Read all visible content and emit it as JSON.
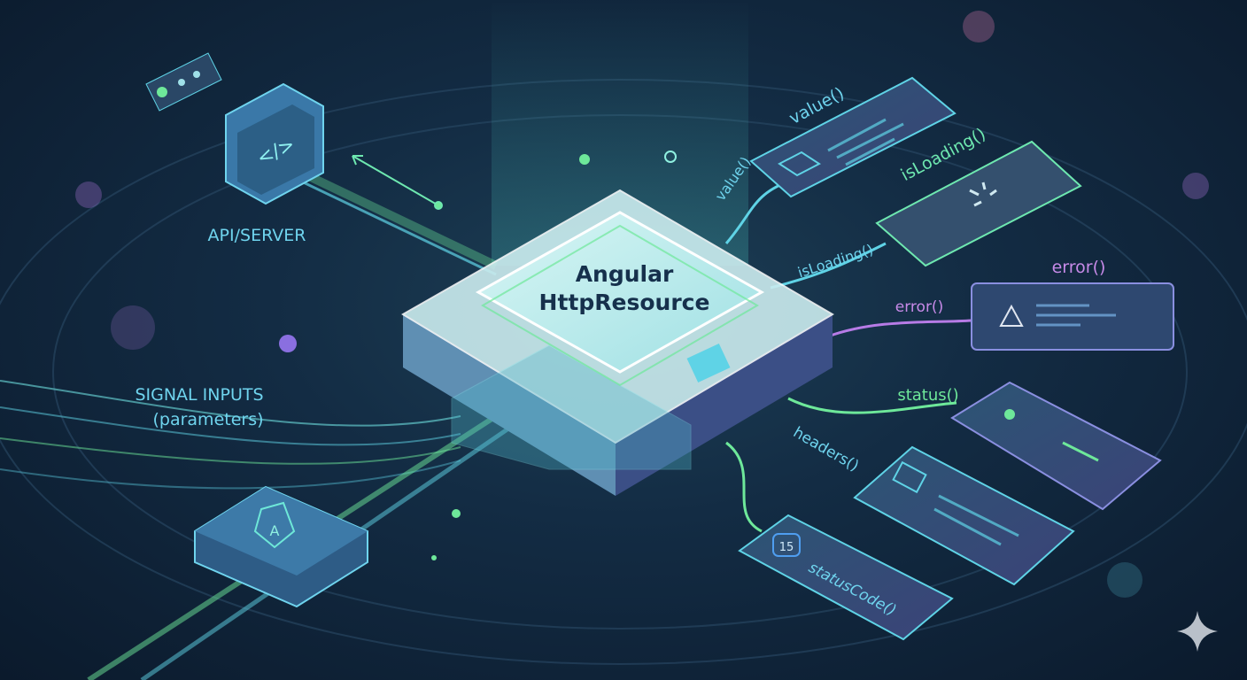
{
  "title": {
    "line1": "Angular",
    "line2": "HttpResource"
  },
  "left": {
    "api_label": "API/SERVER",
    "api_icon_text": "</>",
    "signal_label": "SIGNAL INPUTS",
    "signal_sub": "(parameters)",
    "angular_icon_text": "A"
  },
  "outputs": {
    "value_card": "value()",
    "value_line": "value()",
    "isloading_card": "isLoading()",
    "isloading_line": "isLoading()",
    "error_card": "error()",
    "error_line": "error()",
    "status_line": "status()",
    "headers_line": "headers()",
    "statuscode_card": "statusCode()",
    "statuscode_badge": "15"
  },
  "colors": {
    "background": "#0f2236",
    "cyan": "#5fd3e6",
    "green": "#6ee89a",
    "purple": "#b77be6",
    "card": "#2a4766"
  }
}
